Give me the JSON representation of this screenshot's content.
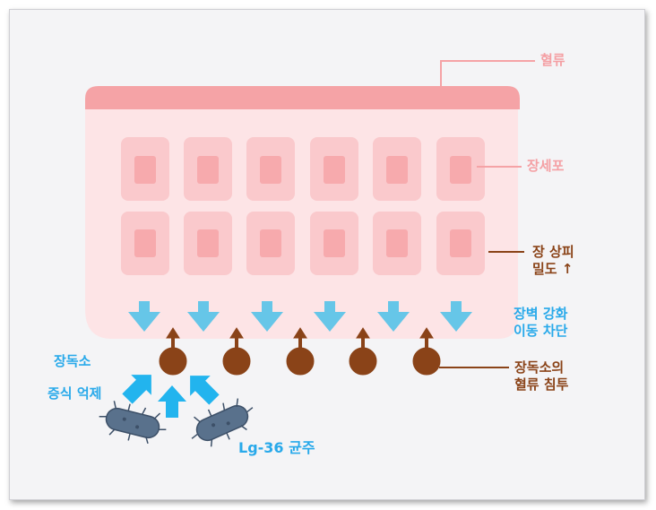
{
  "labels": {
    "blood_flow": "혈류",
    "intestinal_cell": "장세포",
    "epithelium_density": {
      "line1": "장 상피",
      "line2": "밀도 ↑"
    },
    "wall_strengthening": {
      "line1": "장벽 강화",
      "line2": "이동 차단"
    },
    "toxin_invasion": {
      "line1": "장독소의",
      "line2": "혈류 침투"
    },
    "toxin_suppression": {
      "line1": "장독소",
      "line2": "증식 억제"
    },
    "strain": "Lg-36 균주"
  },
  "colors": {
    "blood_band": "#f5a3a6",
    "tissue": "#fde4e6",
    "cell_outer": "#fac9cc",
    "cell_inner": "#f7aaad",
    "toxin": "#8a4318",
    "barrier_arrow": "#66c6e8",
    "blue_arrow": "#22b4ee",
    "bacteria": "#59718c"
  }
}
